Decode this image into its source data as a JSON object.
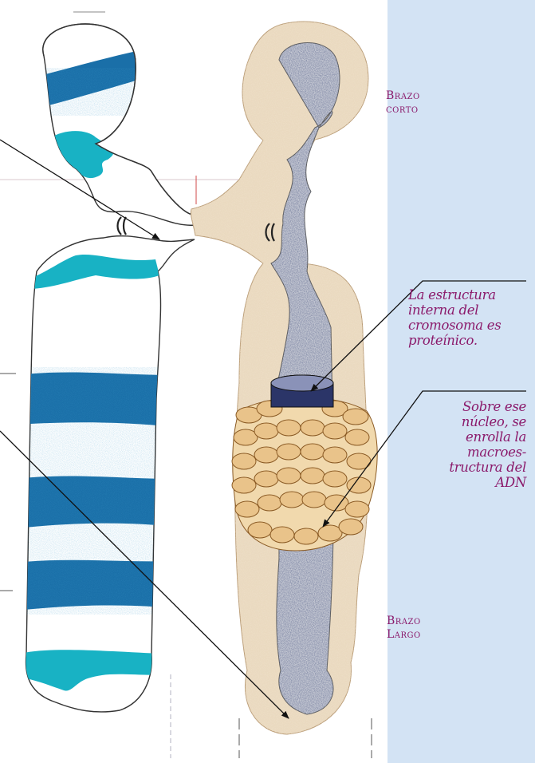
{
  "labels": {
    "short_arm_line1": "Brazo",
    "short_arm_line2": "corto",
    "long_arm_line1": "Brazo",
    "long_arm_line2": "Largo"
  },
  "notes": {
    "protein_core": {
      "line1": "La estructura",
      "line2": "interna del",
      "line3": "cromosoma es",
      "line4": "proteínico."
    },
    "dna_macrostructure": {
      "line1": "Sobre ese",
      "line2": "núcleo, se",
      "line3": "enrolla la",
      "line4": "macroes-",
      "line5": "tructura del",
      "line6": "ADN"
    }
  },
  "colors": {
    "label_text": "#8b1a6b",
    "sidebar_bg": "#d3e3f4",
    "band_dark": "#1a6fa8",
    "band_light": "#18b2c4",
    "chromatin_halo": "#d9c3a2",
    "core_speckle": "#4a5170",
    "dna_coil": "#d6a257"
  }
}
